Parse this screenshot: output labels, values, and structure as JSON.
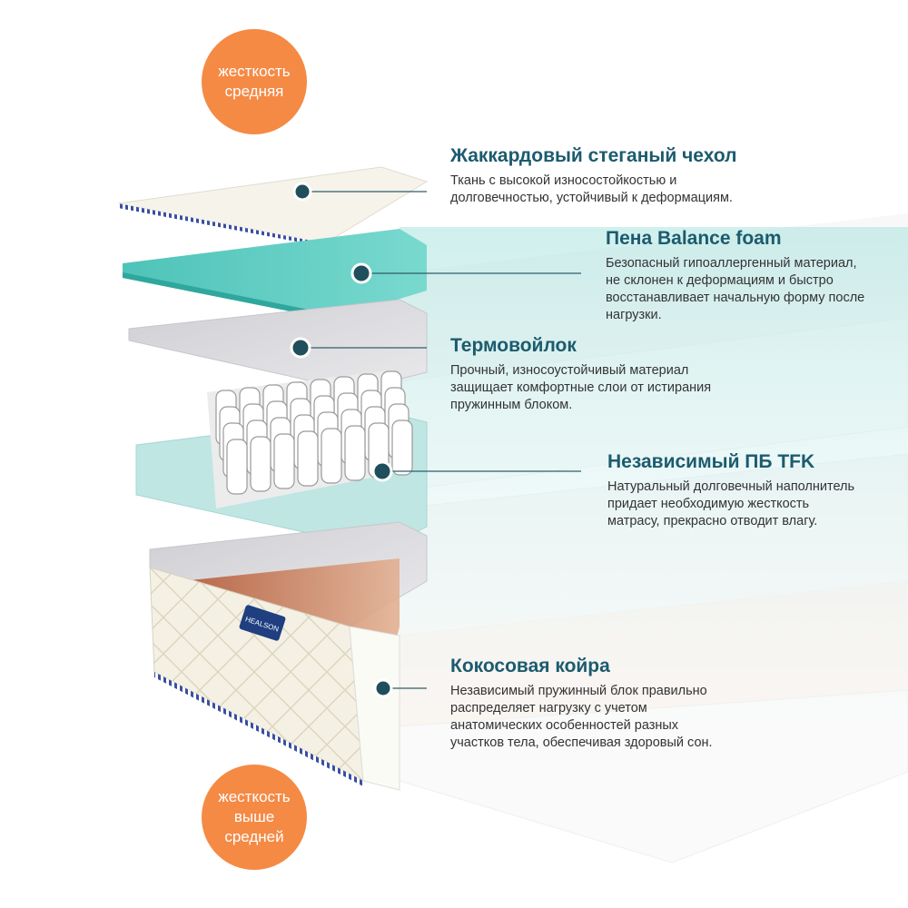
{
  "brand_label": "HEALSON",
  "badges": {
    "top": {
      "line1": "жесткость",
      "line2": "средняя"
    },
    "bottom": {
      "line1": "жесткость",
      "line2": "выше",
      "line3": "средней"
    }
  },
  "layers": [
    {
      "title": "Жаккардовый стеганый чехол",
      "lines": [
        "Ткань с высокой износостойкостью и",
        "долговечностью, устойчивый к деформациям."
      ]
    },
    {
      "title": "Пена Balance foam",
      "lines": [
        "Безопасный гипоаллергенный материал,",
        "не склонен к деформациям и быстро",
        "восстанавливает начальную форму после",
        "нагрузки."
      ]
    },
    {
      "title": "Термовойлок",
      "lines": [
        "Прочный, износоустойчивый материал",
        "защищает комфортные слои от истирания",
        "пружинным блоком."
      ]
    },
    {
      "title": "Независимый ПБ TFK",
      "lines": [
        "Натуральный долговечный наполнитель",
        "придает необходимую жесткость",
        "матрасу, прекрасно отводит влагу."
      ]
    },
    {
      "title": "Кокосовая койра",
      "lines": [
        "Независимый пружинный блок правильно",
        "распределяет нагрузку с учетом",
        "анатомических особенностей разных",
        "участков тела, обеспечивая здоровый сон."
      ]
    }
  ],
  "colors": {
    "accent_orange": "#f58a45",
    "heading_teal": "#1c5b6e",
    "marker_dark": "#1f4e5c",
    "foam_teal": "#5fcfc4"
  }
}
